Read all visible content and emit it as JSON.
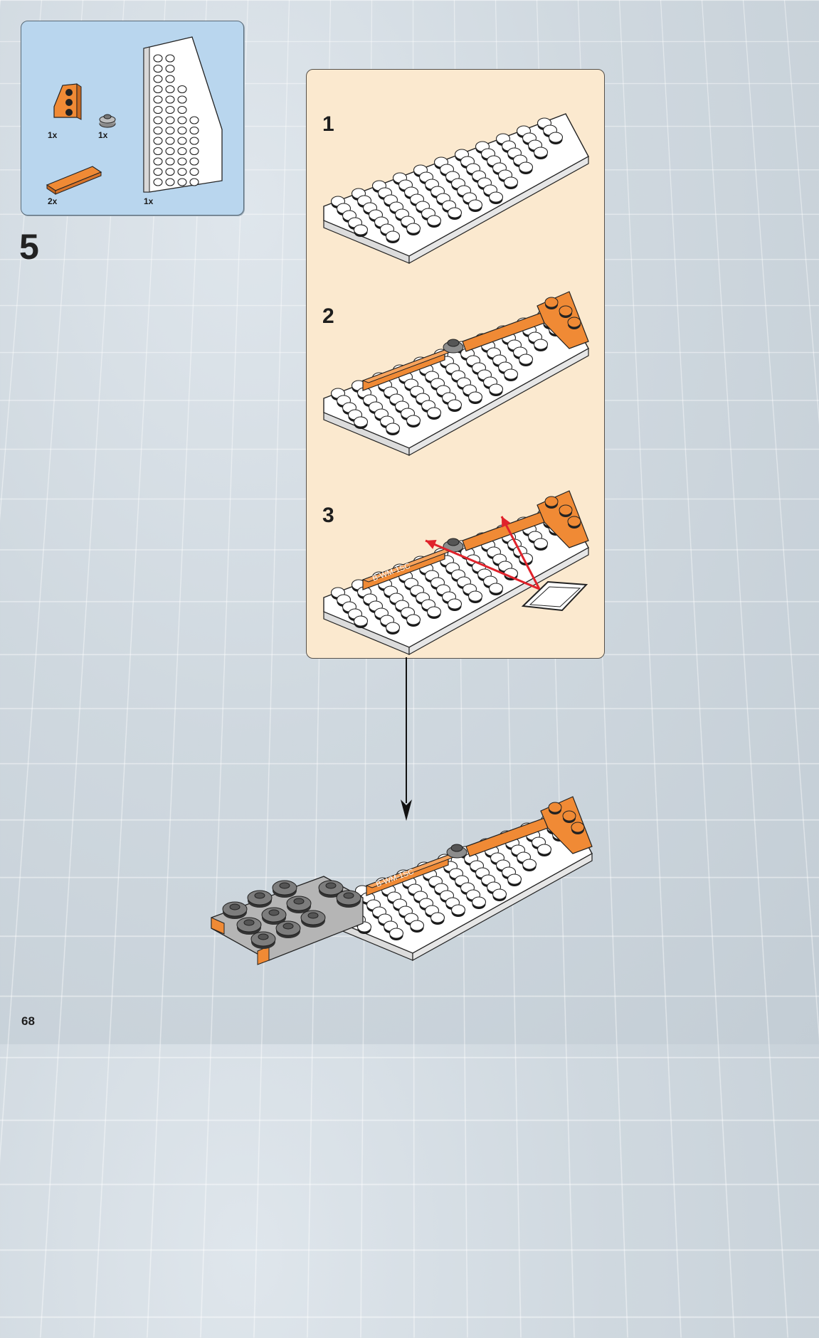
{
  "parts": [
    {
      "name": "orange-wing-wedge",
      "qty": "1x"
    },
    {
      "name": "gray-round-plate",
      "qty": "1x"
    },
    {
      "name": "orange-tile",
      "qty": "2x"
    },
    {
      "name": "white-wedge-plate",
      "qty": "1x"
    }
  ],
  "step_number": "5",
  "sub_steps": [
    "1",
    "2",
    "3"
  ],
  "sticker_text": "B-WM-1SC",
  "page_number": "68",
  "colors": {
    "orange": "#f08a35",
    "white_plate": "#ffffff",
    "gray_plate": "#8c8c8c",
    "panel_bg": "#fbe9cf",
    "parts_bg": "#b9d6ee",
    "arrow_red": "#e0222b"
  }
}
